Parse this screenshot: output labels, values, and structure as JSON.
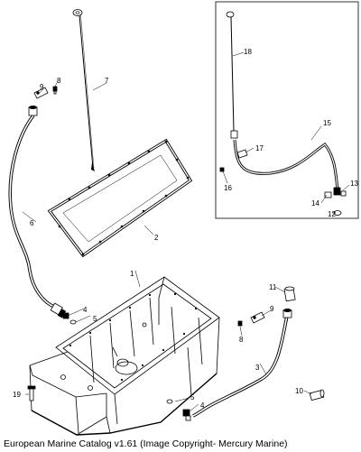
{
  "callouts": {
    "c1": "1",
    "c2": "2",
    "c3": "3",
    "c4a": "4",
    "c4b": "4",
    "c5a": "5",
    "c5b": "5",
    "c6": "6",
    "c7": "7",
    "c8a": "8",
    "c8b": "8",
    "c9a": "9",
    "c9b": "9",
    "c10": "10",
    "c11": "11",
    "c12": "12",
    "c13": "13",
    "c14": "14",
    "c15": "15",
    "c16": "16",
    "c17": "17",
    "c18": "18",
    "c19": "19"
  },
  "caption": "European Marine Catalog v1.61 (Image Copyright- Mercury Marine)"
}
